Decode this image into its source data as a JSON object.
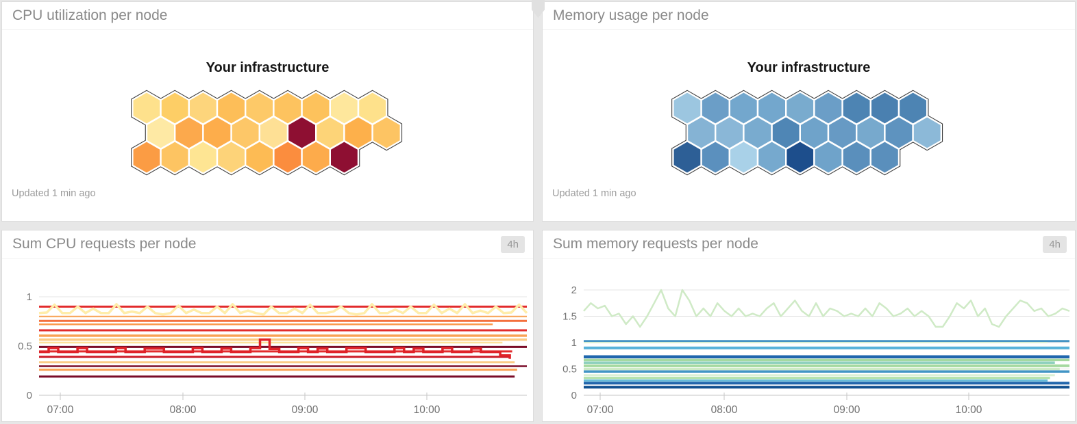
{
  "panels": [
    {
      "title": "CPU utilization per node",
      "map_title": "Your infrastructure",
      "updated": "Updated 1 min ago"
    },
    {
      "title": "Memory usage per node",
      "map_title": "Your infrastructure",
      "updated": "Updated 1 min ago"
    },
    {
      "title": "Sum CPU requests per node",
      "badge": "4h"
    },
    {
      "title": "Sum memory requests per node",
      "badge": "4h"
    }
  ],
  "chart_data": [
    {
      "type": "heatmap",
      "variant": "hexagon-grid",
      "panel": "CPU utilization per node",
      "title": "Your infrastructure",
      "palette": "yellow-orange-red (YlOrRd)",
      "outline_color": "#3b3b3b",
      "gap_color": "#ffffff",
      "rows": [
        [
          "#fee18c",
          "#fdce66",
          "#fdd57c",
          "#fdbe58",
          "#fdc968",
          "#fdc35f",
          "#fdc25c",
          "#fee79c",
          "#fee18b"
        ],
        [
          "#fee9a4",
          "#fca94c",
          "#fdad4b",
          "#fdc768",
          "#fee095",
          "#8e0f32",
          "#fdd478",
          "#fdb04b",
          "#fdc463"
        ],
        [
          "#fb9c44",
          "#fdc462",
          "#fee593",
          "#fdd379",
          "#fdbb54",
          "#fb8d3e",
          "#fdab4b",
          "#8e0f32"
        ]
      ]
    },
    {
      "type": "heatmap",
      "variant": "hexagon-grid",
      "panel": "Memory usage per node",
      "title": "Your infrastructure",
      "palette": "blues",
      "outline_color": "#3b3b3b",
      "gap_color": "#ffffff",
      "rows": [
        [
          "#9cc6e0",
          "#6b9ec7",
          "#73a7cd",
          "#73a7cd",
          "#79abce",
          "#6b9ec7",
          "#4d84b3",
          "#4a80b0",
          "#4d84b3"
        ],
        [
          "#85b3d4",
          "#8ab7d7",
          "#79abcf",
          "#4f86b5",
          "#6fa3ca",
          "#679ac4",
          "#77a9cd",
          "#5e93bf",
          "#8cb9d8"
        ],
        [
          "#2d5f96",
          "#5b90be",
          "#a9d1e8",
          "#76a9ce",
          "#1d4e8c",
          "#6fa3ca",
          "#5a8fbc",
          "#5a8fbc"
        ]
      ]
    },
    {
      "type": "line",
      "title": "Sum CPU requests per node",
      "time_range": "4h",
      "ylim": [
        0,
        1
      ],
      "y_ticks": [
        0,
        0.5,
        1
      ],
      "x_ticks": [
        "07:00",
        "08:00",
        "09:00",
        "10:00"
      ],
      "grid": true,
      "legend": "none",
      "series": [
        {
          "value": 0.9,
          "color": "#e22b2c",
          "width": 3
        },
        {
          "value": 0.8,
          "color": "#f9a254",
          "width": 2
        },
        {
          "value": 0.755,
          "color": "#f4703d",
          "width": 3
        },
        {
          "value": 0.72,
          "color": "#fb9a4e",
          "width": 2.5,
          "end": 0.93
        },
        {
          "value": 0.66,
          "color": "#e22b2c",
          "width": 3
        },
        {
          "value": 0.605,
          "color": "#f9a254",
          "width": 3.5
        },
        {
          "value": 0.565,
          "color": "#fbcc86",
          "width": 3.5
        },
        {
          "value": 0.535,
          "color": "#fde29b",
          "width": 2.5,
          "end": 0.95
        },
        {
          "value": 0.49,
          "color": "#7a0c28",
          "width": 3
        },
        {
          "value": 0.445,
          "color": "#e22b2c",
          "width": 3,
          "end": 0.97
        },
        {
          "value": 0.39,
          "color": "#cb1b27",
          "width": 3,
          "end": 0.965
        },
        {
          "value": 0.335,
          "color": "#fbcc86",
          "width": 3,
          "end": 0.975
        },
        {
          "value": 0.295,
          "color": "#7a0c28",
          "width": 2.5
        },
        {
          "value": 0.26,
          "color": "#f9a254",
          "width": 3,
          "end": 0.98
        },
        {
          "value": 0.19,
          "color": "#7a0c28",
          "width": 3,
          "end": 0.975
        },
        {
          "color": "#ffedaa",
          "width": 3.5,
          "points": [
            0.835,
            0.84,
            0.92,
            0.835,
            0.835,
            0.9,
            0.835,
            0.88,
            0.835,
            0.835,
            0.925,
            0.835,
            0.85,
            0.835,
            0.9,
            0.835,
            0.82,
            0.835,
            0.91,
            0.835,
            0.87,
            0.835,
            0.835,
            0.9,
            0.835,
            0.925,
            0.835,
            0.86,
            0.835,
            0.82,
            0.9,
            0.835,
            0.835,
            0.88,
            0.835,
            0.92,
            0.835,
            0.835,
            0.85,
            0.9,
            0.835,
            0.82,
            0.835,
            0.925,
            0.835,
            0.835,
            0.87,
            0.835,
            0.9,
            0.835,
            0.835,
            0.92,
            0.835,
            0.88,
            0.835,
            0.925,
            0.835,
            0.86,
            0.835,
            0.9,
            0.835,
            0.84,
            0.92,
            0.835
          ]
        },
        {
          "color": "#e02228",
          "width": 3.5,
          "step": true,
          "end": 0.965,
          "points": [
            0.44,
            0.48,
            0.44,
            0.44,
            0.48,
            0.44,
            0.44,
            0.44,
            0.48,
            0.44,
            0.44,
            0.475,
            0.475,
            0.44,
            0.44,
            0.44,
            0.48,
            0.44,
            0.44,
            0.475,
            0.44,
            0.44,
            0.48,
            0.565,
            0.47,
            0.44,
            0.44,
            0.48,
            0.44,
            0.475,
            0.44,
            0.44,
            0.48,
            0.48,
            0.44,
            0.44,
            0.44,
            0.48,
            0.44,
            0.475,
            0.44,
            0.44,
            0.48,
            0.44,
            0.44,
            0.475,
            0.44,
            0.44,
            0.405,
            0.37
          ]
        }
      ]
    },
    {
      "type": "line",
      "title": "Sum memory requests per node",
      "time_range": "4h",
      "ylim": [
        0,
        2
      ],
      "y_ticks": [
        0,
        0.5,
        1,
        1.5,
        2
      ],
      "x_ticks": [
        "07:00",
        "08:00",
        "09:00",
        "10:00"
      ],
      "grid": true,
      "legend": "none",
      "series": [
        {
          "value": 1.03,
          "color": "#4393c3",
          "width": 3
        },
        {
          "value": 1.0,
          "color": "#d9efd3",
          "width": 2,
          "end": 0.955
        },
        {
          "value": 0.9,
          "color": "#57b2d9",
          "width": 4
        },
        {
          "value": 0.73,
          "color": "#1f66ae",
          "width": 4.5
        },
        {
          "value": 0.67,
          "color": "#a5d9a0",
          "width": 3.5
        },
        {
          "value": 0.62,
          "color": "#8ed0bd",
          "width": 3.5,
          "end": 0.97
        },
        {
          "value": 0.56,
          "color": "#a5d9a0",
          "width": 4
        },
        {
          "value": 0.5,
          "color": "#cdeac5",
          "width": 3.5,
          "end": 0.98
        },
        {
          "value": 0.45,
          "color": "#4295c5",
          "width": 3.5
        },
        {
          "value": 0.38,
          "color": "#dcf0d5",
          "width": 3,
          "end": 0.97
        },
        {
          "value": 0.33,
          "color": "#b5e2ae",
          "width": 3.5,
          "end": 0.96
        },
        {
          "value": 0.28,
          "color": "#66bcda",
          "width": 3,
          "end": 0.955
        },
        {
          "value": 0.23,
          "color": "#2166ac",
          "width": 4
        },
        {
          "value": 0.155,
          "color": "#11508f",
          "width": 4
        },
        {
          "color": "#cfeac6",
          "width": 2.5,
          "points": [
            1.6,
            1.75,
            1.65,
            1.7,
            1.5,
            1.55,
            1.35,
            1.5,
            1.3,
            1.5,
            1.75,
            2.0,
            1.65,
            1.5,
            2.0,
            1.8,
            1.5,
            1.65,
            1.5,
            1.75,
            1.6,
            1.5,
            1.65,
            1.5,
            1.55,
            1.5,
            1.65,
            1.75,
            1.5,
            1.65,
            1.8,
            1.6,
            1.5,
            1.75,
            1.5,
            1.65,
            1.6,
            1.5,
            1.55,
            1.5,
            1.65,
            1.5,
            1.75,
            1.65,
            1.5,
            1.55,
            1.65,
            1.5,
            1.6,
            1.5,
            1.3,
            1.3,
            1.5,
            1.75,
            1.65,
            1.8,
            1.5,
            1.65,
            1.35,
            1.3,
            1.5,
            1.65,
            1.8,
            1.75,
            1.6,
            1.65,
            1.5,
            1.55,
            1.65,
            1.6
          ]
        }
      ]
    }
  ]
}
